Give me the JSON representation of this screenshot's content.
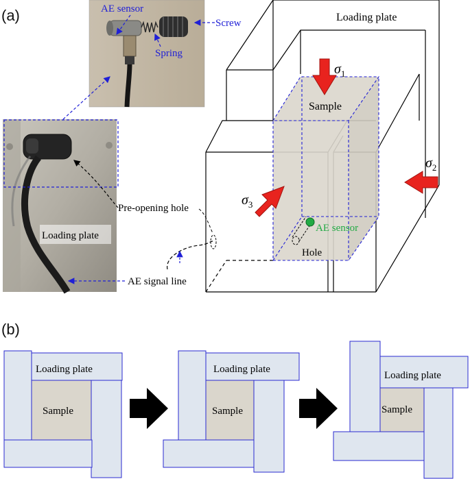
{
  "panel_a": {
    "label": "(a)",
    "photo_top": {
      "ae_sensor": "AE sensor",
      "screw": "Screw",
      "spring": "Spring"
    },
    "photo_left": {
      "loading_plate": "Loading plate"
    },
    "annotations": {
      "pre_opening_hole": "Pre-opening hole",
      "ae_signal_line": "AE signal line"
    },
    "diagram": {
      "loading_plate": "Loading plate",
      "sample": "Sample",
      "sigma1": "σ",
      "sigma1_sub": "1",
      "sigma2": "σ",
      "sigma2_sub": "2",
      "sigma3": "σ",
      "sigma3_sub": "3",
      "ae_sensor": "AE sensor",
      "hole": "Hole"
    }
  },
  "panel_b": {
    "label": "(b)",
    "stages": [
      {
        "loading_plate": "Loading plate",
        "sample": "Sample"
      },
      {
        "loading_plate": "Loading plate",
        "sample": "Sample"
      },
      {
        "loading_plate": "Loading plate",
        "sample": "Sample"
      }
    ]
  },
  "colors": {
    "arrow_red": "#e8231e",
    "annotation_blue": "#1f1fd6",
    "sensor_green": "#22aa44",
    "plate_fill": "#dfe6ef",
    "sample_fill": "#dad6cc"
  }
}
